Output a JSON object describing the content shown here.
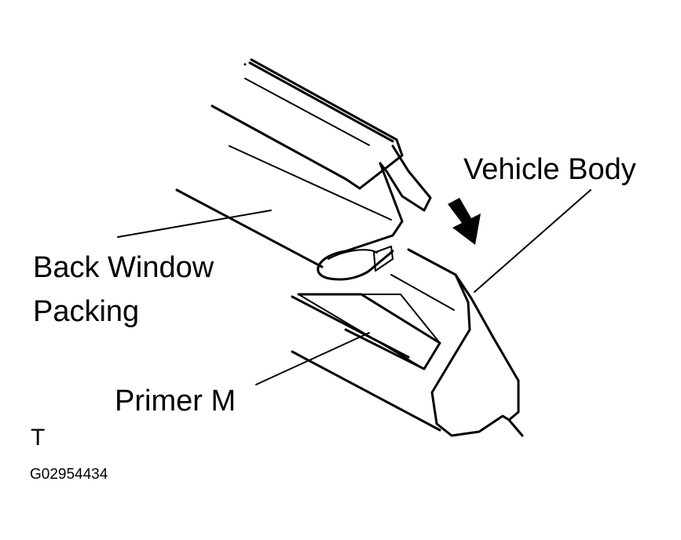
{
  "labels": {
    "vehicle_body": "Vehicle Body",
    "back_window_packing_line1": "Back  Window",
    "back_window_packing_line2": "Packing",
    "primer": "Primer M",
    "view_mark": "T",
    "figure_id": "G02954434"
  }
}
